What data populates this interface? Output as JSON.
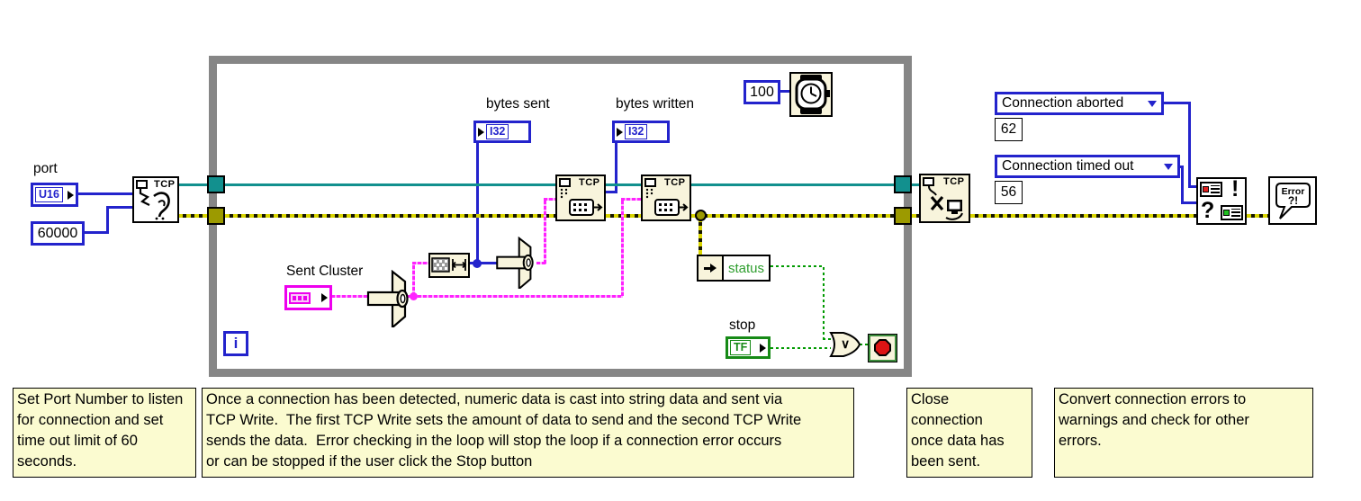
{
  "labels": {
    "port": "port",
    "bytes_sent": "bytes sent",
    "bytes_written": "bytes written",
    "sent_cluster": "Sent Cluster",
    "stop": "stop",
    "status": "status"
  },
  "terminals": {
    "port_type": "U16",
    "i32": "I32",
    "tf": "TF",
    "iteration": "i",
    "tcp": "TCP",
    "or_symbol": "∨",
    "bang": "!",
    "question": "?",
    "error_line1": "Error",
    "error_line2": "?!"
  },
  "constants": {
    "port_number": "60000",
    "wait_ms": "100",
    "error_codes": [
      {
        "label": "Connection aborted",
        "value": "62"
      },
      {
        "label": "Connection timed out",
        "value": "56"
      }
    ]
  },
  "comments": [
    "Set Port Number to listen\nfor connection and set\ntime out limit of 60\nseconds.",
    "Once a connection has been detected, numeric data is cast into string data and sent via\nTCP Write.  The first TCP Write sets the amount of data to send and the second TCP Write\nsends the data.  Error checking in the loop will stop the loop if a connection error occurs\nor can be stopped if the user click the Stop button",
    "Close\nconnection\nonce data has\nbeen sent.",
    "Convert connection errors to\nwarnings and check for other\nerrors."
  ],
  "colors": {
    "numeric_wire": "#2323CC",
    "string_wire": "#FF22FF",
    "boolean_wire": "#009A00",
    "connection_wire": "#12908E",
    "error_wire": "#D8D400",
    "loop_border": "#868686",
    "comment_bg": "#FBFBD0",
    "icon_bg": "#F8F4DC"
  }
}
